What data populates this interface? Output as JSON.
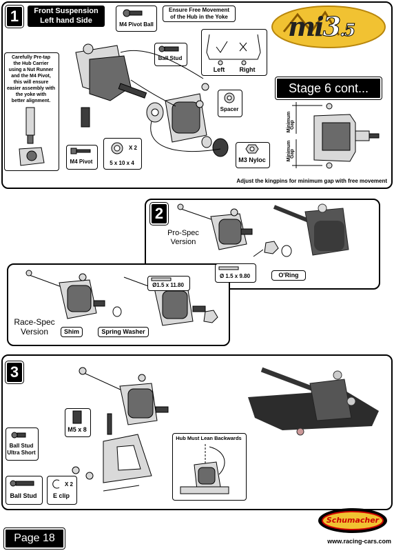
{
  "step1": {
    "number": "1",
    "title_line1": "Front Suspension",
    "title_line2": "Left hand Side",
    "ensure_line1": "Ensure Free Movement",
    "ensure_line2": "of the Hub in the Yoke",
    "left": "Left",
    "right": "Right",
    "m4_pivot_ball": "M4 Pivot Ball",
    "ball_stud": "Ball Stud",
    "spacer": "Spacer",
    "m3_nyloc": "M3 Nyloc",
    "m4_pivot": "M4 Pivot",
    "washer_qty": "X 2",
    "washer_size": "5 x 10 x 4",
    "note_lines": [
      "Carefully Pre-tap",
      "the Hub Carrier",
      "using a Nut Runner",
      "and the M4 Pivot,",
      "this will ensure",
      "easier assembly with",
      "the yoke with",
      "better alignment."
    ],
    "stage": "Stage 6 cont...",
    "minimum": "Minimum",
    "gap": "Gap",
    "adjust_note": "Adjust the kingpins for minimum gap with free movement"
  },
  "logo": {
    "text_m": "m",
    "text_i": "i",
    "text_3": "3",
    "text_5": ".5"
  },
  "step2": {
    "number": "2",
    "pro_spec_line1": "Pro-Spec",
    "pro_spec_line2": "Version",
    "pin1": "Ø1.5 x 11.80",
    "pin2": "Ø 1.5 x 9.80",
    "oring": "O'Ring",
    "race_spec_line1": "Race-Spec",
    "race_spec_line2": "Version",
    "shim": "Shim",
    "spring_washer": "Spring Washer"
  },
  "step3": {
    "number": "3",
    "screw": "M5 x 8",
    "ball_stud_short_line1": "Ball Stud",
    "ball_stud_short_line2": "Ultra Short",
    "ball_stud": "Ball Stud",
    "eclip_qty": "X 2",
    "eclip": "E clip",
    "hub_note": "Hub Must Lean Backwards"
  },
  "footer": {
    "page": "Page 18",
    "brand": "Schumacher",
    "url": "www.racing-cars.com"
  }
}
